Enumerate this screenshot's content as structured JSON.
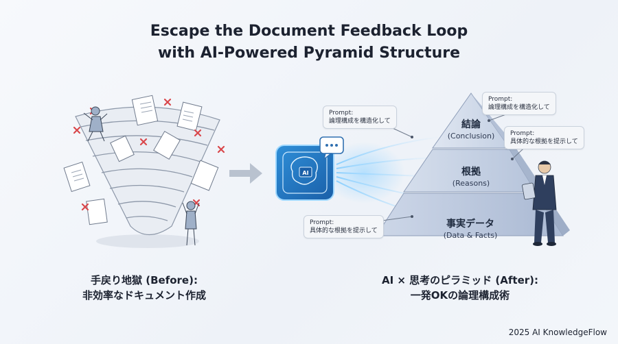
{
  "title": {
    "line1": "Escape the Document Feedback Loop",
    "line2": "with AI-Powered Pyramid Structure"
  },
  "before": {
    "caption_line1": "手戻り地獄 (Before):",
    "caption_line2": "非効率なドキュメント作成"
  },
  "ai_icon_label": "AI",
  "pyramid": {
    "tiers": [
      {
        "main": "結論",
        "sub": "(Conclusion)"
      },
      {
        "main": "根拠",
        "sub": "(Reasons)"
      },
      {
        "main": "事実データ",
        "sub": "(Data & Facts)"
      }
    ]
  },
  "prompts": [
    {
      "label": "Prompt:",
      "text": "論理構成を構造化して"
    },
    {
      "label": "Prompt:",
      "text": "論理構成を構造化して"
    },
    {
      "label": "Prompt:",
      "text": "具体的な根拠を提示して"
    },
    {
      "label": "Prompt:",
      "text": "具体的な根拠を提示して"
    }
  ],
  "after": {
    "caption_line1": "AI × 思考のピラミッド (After):",
    "caption_line2": "一発OKの論理構成術"
  },
  "footer": "2025 AI KnowledgeFlow",
  "colors": {
    "pyramid_top": "#c9d4e6",
    "pyramid_mid": "#b8c6dd",
    "pyramid_base": "#aebdd6",
    "accent_blue": "#2f8fd8",
    "error_red": "#d9474b"
  }
}
